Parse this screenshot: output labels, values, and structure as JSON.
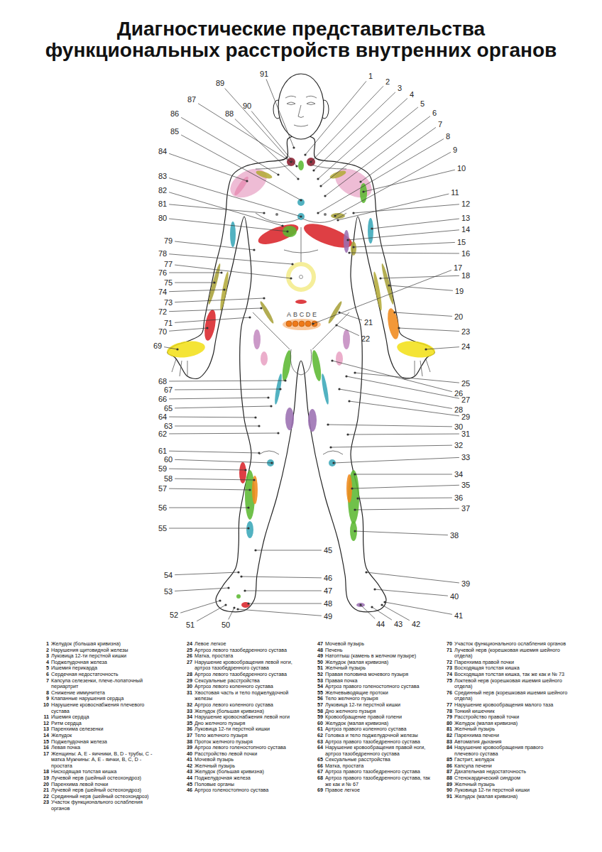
{
  "diagram": {
    "title": "Диагностические представительства функциональных расстройств внутренних органов",
    "labels": [
      "1",
      "2",
      "3",
      "4",
      "5",
      "6",
      "7",
      "8",
      "9",
      "10",
      "11",
      "12",
      "13",
      "14",
      "15",
      "16",
      "17",
      "18",
      "19",
      "20",
      "21",
      "22",
      "23",
      "24",
      "25",
      "26",
      "27",
      "28",
      "29",
      "30",
      "31",
      "32",
      "33",
      "34",
      "35",
      "36",
      "37",
      "38",
      "39",
      "40",
      "41",
      "42",
      "43",
      "44",
      "45",
      "46",
      "47",
      "48",
      "49",
      "50",
      "51",
      "52",
      "53",
      "54",
      "55",
      "56",
      "57",
      "58",
      "59",
      "60",
      "61",
      "62",
      "63",
      "64",
      "65",
      "66",
      "67",
      "68",
      "69",
      "70",
      "71",
      "72",
      "73",
      "74",
      "75",
      "76",
      "77",
      "78",
      "79",
      "80",
      "81",
      "82",
      "83",
      "84",
      "85",
      "86",
      "87",
      "88",
      "89",
      "90",
      "91",
      "A",
      "B",
      "C",
      "D",
      "E",
      "1",
      "Желудок (большая кривизна)",
      "2",
      "Нарушения щитовидной железы",
      "3",
      "Луковица 12-ти перстной кишки",
      "4",
      "Поджелудочная железа",
      "5",
      "Ишемия перикарда",
      "6",
      "Сердечная недостаточность",
      "7",
      "Капсула селезенки, плече-лопаточный периартрит",
      "8",
      "Снижение иммунитета",
      "9",
      "Клапанные нарушения сердца",
      "10",
      "Нарушение кровоснабжения плечевого сустава",
      "11",
      "Ишемия сердца",
      "12",
      "Ритм сердца",
      "13",
      "Паренхима селезенки",
      "14",
      "Желудок",
      "15",
      "Поджелудочная железа",
      "16",
      "Левая почка",
      "17",
      "Женщины: A, E - яичники, B, D - трубы, C - матка Мужчины: A, E - яички, B, C, D - простата",
      "18",
      "Нисходящая толстая кишка",
      "19",
      "Лучевой нерв (шейный остеохондроз)",
      "20",
      "Паренхима левой почки",
      "21",
      "Лучевой нерв (шейный остеохондроз)",
      "22",
      "Срединный нерв (шейный остеохондроз)",
      "23",
      "Участок функционального ослабления органов",
      "24",
      "Левое легкое",
      "25",
      "Артроз левого тазобедренного сустава",
      "26",
      "Матка, простата",
      "27",
      "Нарушение кровообращения левой ноги, артроз тазобедренного сустава",
      "28",
      "Артроз левого тазобедренного сустава",
      "29",
      "Сексуальные расстройства",
      "30",
      "Артроз левого коленного сустава",
      "31",
      "Хвостовая часть и тело поджелудочной железы",
      "32",
      "Артроз левого коленного сустава",
      "33",
      "Желудок (большая кривизна)",
      "34",
      "Нарушение кровоснабжения левой ноги",
      "35",
      "Дно желчного пузыря",
      "36",
      "Луковица 12-ти перстной кишки",
      "37",
      "Тело желчного пузыря",
      "38",
      "Проток желчного пузыря",
      "39",
      "Артроз левого голеностопного сустава",
      "40",
      "Расстройство левой почки",
      "41",
      "Мочевой пузырь",
      "42",
      "Желчный пузырь",
      "43",
      "Желудок (большая кривизна)",
      "44",
      "Поджелудочная железа",
      "45",
      "Половые органы",
      "46",
      "Артроз голеностопного сустава",
      "47",
      "Мочевой пузырь",
      "48",
      "Печень",
      "49",
      "Натоптыш (камень в желчном пузыре)",
      "50",
      "Желудок (малая кривизна)",
      "51",
      "Желчный пузырь",
      "52",
      "Правая половина мочевого пузыря",
      "53",
      "Правая почка",
      "54",
      "Артроз правого голеностопного сустава",
      "55",
      "Желчевыводящие протоки",
      "56",
      "Тело желчного пузыря",
      "57",
      "Луковица 12-ти перстной кишки",
      "58",
      "Дно желчного пузыря",
      "59",
      "Кровообращение правой голени",
      "60",
      "Желудок (малая кривизна)",
      "61",
      "Артроз правого коленного сустава",
      "62",
      "Головка и тело поджелудочной железы",
      "63",
      "Артроз правого тазобедренного сустава",
      "64",
      "Нарушение кровообращения правой ноги, артроз тазобедренного сустава",
      "65",
      "Сексуальные расстройства",
      "66",
      "Матка, простата",
      "67",
      "Артроз правого тазобедренного сустава",
      "68",
      "Артроз правого тазобедренного сустава, так же как и № 67",
      "69",
      "Правое легкое",
      "70",
      "Участок функционального ослабления органов",
      "71",
      "Лучевой нерв (корешковая ишемия шейного отдела)",
      "72",
      "Паренхима правой почки",
      "73",
      "Восходящая толстая кишка",
      "74",
      "Восходящая толстая кишка, так же как и № 73",
      "75",
      "Локтевой нерв (корешковая ишемия шейного отдела)",
      "76",
      "Срединный нерв (корешковая ишемия шейного отдела)",
      "77",
      "Нарушение кровообращения малого таза",
      "78",
      "Тонкий кишечник",
      "79",
      "Расстройство правой точки",
      "80",
      "Желудок (малая кривизна)",
      "81",
      "Желчный пузырь",
      "82",
      "Паренхима печени",
      "83",
      "Автоматия дыхания",
      "84",
      "Нарушение кровообращения правого плечевого сустава",
      "85",
      "Гастрит, желудок",
      "86",
      "Капсула печени",
      "87",
      "Дахательная недостаточность",
      "88",
      "Стенокардический синдром",
      "89",
      "Желчный пузырь",
      "90",
      "Луковица 12-ти перстной кишки",
      "91",
      "Желудок (малая кривизна)"
    ]
  }
}
